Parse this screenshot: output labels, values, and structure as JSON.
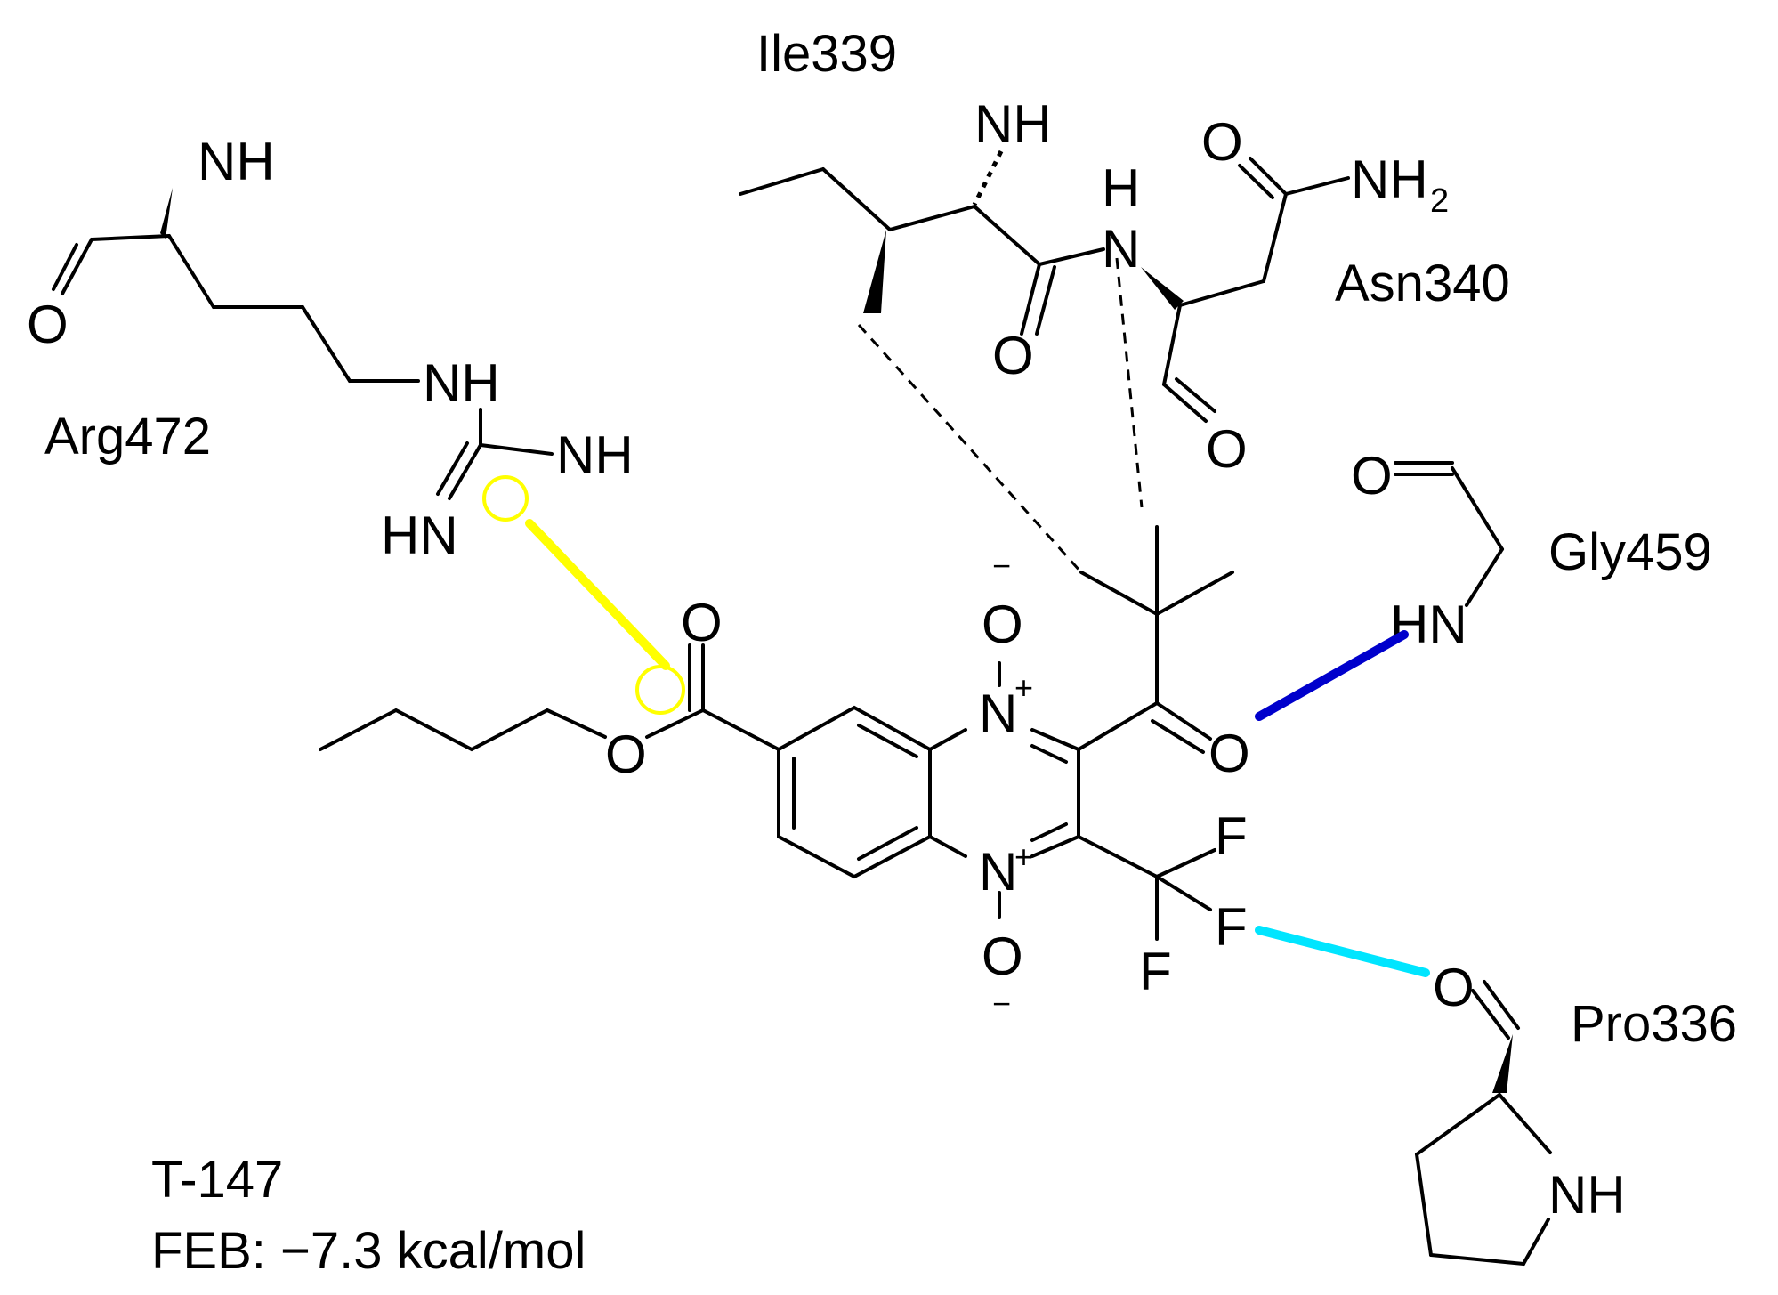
{
  "residues": {
    "arg": "Arg472",
    "ile": "Ile339",
    "asn": "Asn340",
    "gly": "Gly459",
    "pro": "Pro336"
  },
  "compound": {
    "name": "T-147",
    "feb": "FEB: −7.3 kcal/mol"
  },
  "atoms": {
    "nh": "NH",
    "hn": "HN",
    "o": "O",
    "n": "N",
    "h": "H",
    "f": "F",
    "nh2": "NH",
    "sub2": "2",
    "plus": "+",
    "minus": "−"
  },
  "interaction_colors": {
    "arg472": "#ffff00",
    "gly459": "#0000cc",
    "pro336": "#00e5ff"
  }
}
